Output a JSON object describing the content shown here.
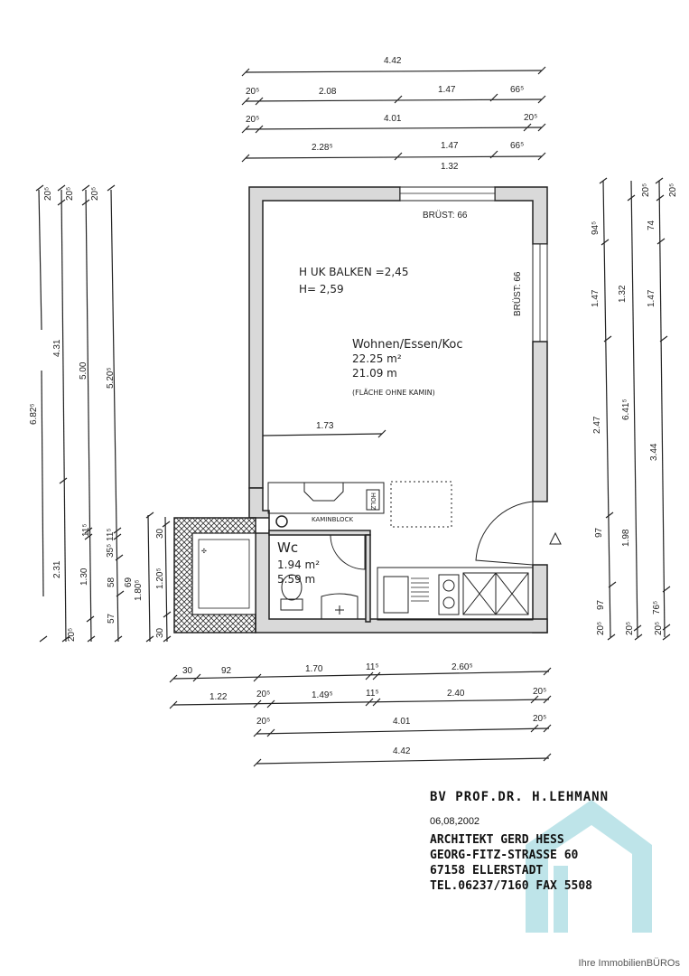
{
  "plan": {
    "room_main": {
      "name": "Wohnen/Essen/Koc",
      "area": "22.25 m²",
      "area2": "21.09 m",
      "note": "(FLÄCHE OHNE KAMIN)"
    },
    "heights": {
      "beam": "H UK BALKEN =2,45",
      "ceiling": "H= 2,59"
    },
    "sill_top": "BRÜST: 66",
    "sill_right": "BRÜST: 66",
    "inner_dim": "1.73",
    "kaminblock": "KAMINBLOCK",
    "holz": "HOLZ",
    "wc": {
      "name": "Wc",
      "area": "1.94 m²",
      "area2": "5.59 m"
    }
  },
  "dims_top": {
    "r1": [
      "4.42"
    ],
    "r2": [
      "20⁵",
      "2.08",
      "1.47",
      "66⁵"
    ],
    "r3": [
      "20⁵",
      "4.01",
      "20⁵"
    ],
    "r4": [
      "2.28⁵",
      "1.47",
      "66⁵",
      "1.32"
    ]
  },
  "dims_left": {
    "c1": [
      "20⁵",
      "6.82⁵"
    ],
    "c2": [
      "20⁵",
      "4.31",
      "2.31",
      "20⁵"
    ],
    "c3": [
      "20⁵",
      "5.00",
      "11⁵",
      "1.30",
      "57"
    ],
    "c4": [
      "5.20⁵",
      "35⁵ 11⁵",
      "58",
      "69",
      "1.80⁵"
    ],
    "c5": [
      "30",
      "1.20⁵",
      "30"
    ]
  },
  "dims_right": {
    "c1": [
      "94⁵",
      "1.47",
      "2.47",
      "97",
      "97",
      "20⁵"
    ],
    "c2": [
      "20⁵",
      "1.32",
      "6.41⁵",
      "1.98",
      "20⁵"
    ],
    "c3": [
      "20⁵",
      "74",
      "1.47",
      "3.44",
      "76⁵",
      "20⁵"
    ]
  },
  "dims_bottom": {
    "r1": [
      "30",
      "92",
      "1.70",
      "11⁵",
      "2.60⁵"
    ],
    "r2": [
      "1.22",
      "20⁵",
      "1.49⁵",
      "11⁵",
      "2.40",
      "20⁵"
    ],
    "r3": [
      "20⁵",
      "4.01",
      "20⁵"
    ],
    "r4": [
      "4.42"
    ]
  },
  "title_block": {
    "project": "BV PROF.DR. H.LEHMANN",
    "date": "06,08,2002",
    "architect": "ARCHITEKT GERD HESS",
    "street": "GEORG-FITZ-STRASSE 60",
    "city": "67158 ELLERSTADT",
    "phone": "TEL.06237/7160 FAX 5508"
  },
  "watermark": "Ihre ImmobilienBÜROs",
  "colors": {
    "watermark": "#a8dbe2",
    "wall": "#d9d9d9"
  }
}
